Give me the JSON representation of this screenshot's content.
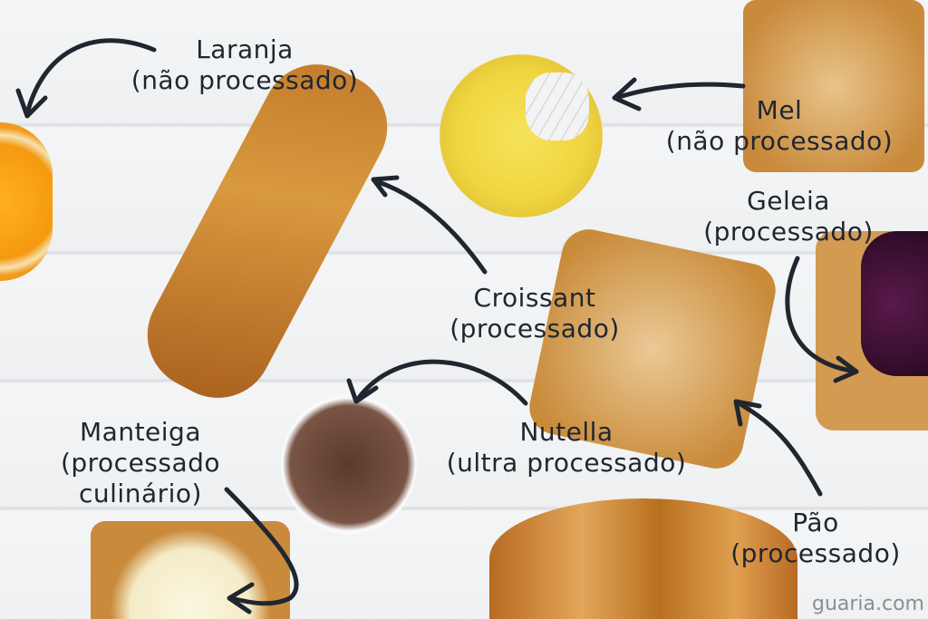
{
  "labels": {
    "laranja": {
      "name": "Laranja",
      "type": "(não processado)"
    },
    "mel": {
      "name": "Mel",
      "type": "(não processado)"
    },
    "geleia": {
      "name": "Geleia",
      "type": "(processado)"
    },
    "croissant": {
      "name": "Croissant",
      "type": "(processado)"
    },
    "nutella": {
      "name": "Nutella",
      "type": "(ultra processado)"
    },
    "manteiga": {
      "name": "Manteiga",
      "type": "(processado",
      "type2": "culinário)"
    },
    "pao": {
      "name": "Pão",
      "type": "(processado)"
    }
  },
  "watermark": "guaria.com",
  "colors": {
    "text": "#1f2630",
    "arrow": "#1f2630",
    "background": "#f1f2f3"
  }
}
